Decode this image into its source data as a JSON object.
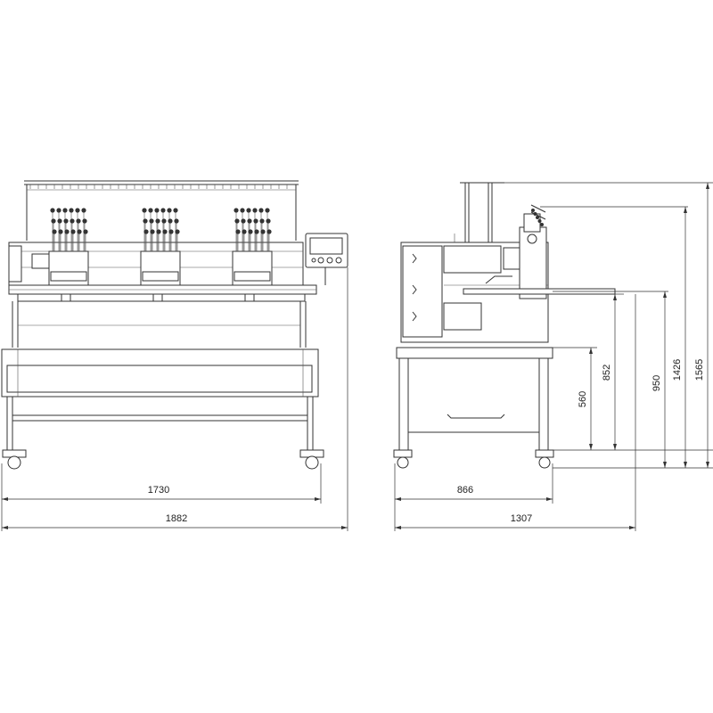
{
  "dimensions": {
    "front_inner_width": "1730",
    "front_total_width": "1882",
    "side_inner_depth": "866",
    "side_total_depth": "1307",
    "height_560": "560",
    "height_852": "852",
    "height_950": "950",
    "height_1426": "1426",
    "height_1565": "1565"
  },
  "colors": {
    "line": "#333333",
    "background": "#ffffff"
  }
}
